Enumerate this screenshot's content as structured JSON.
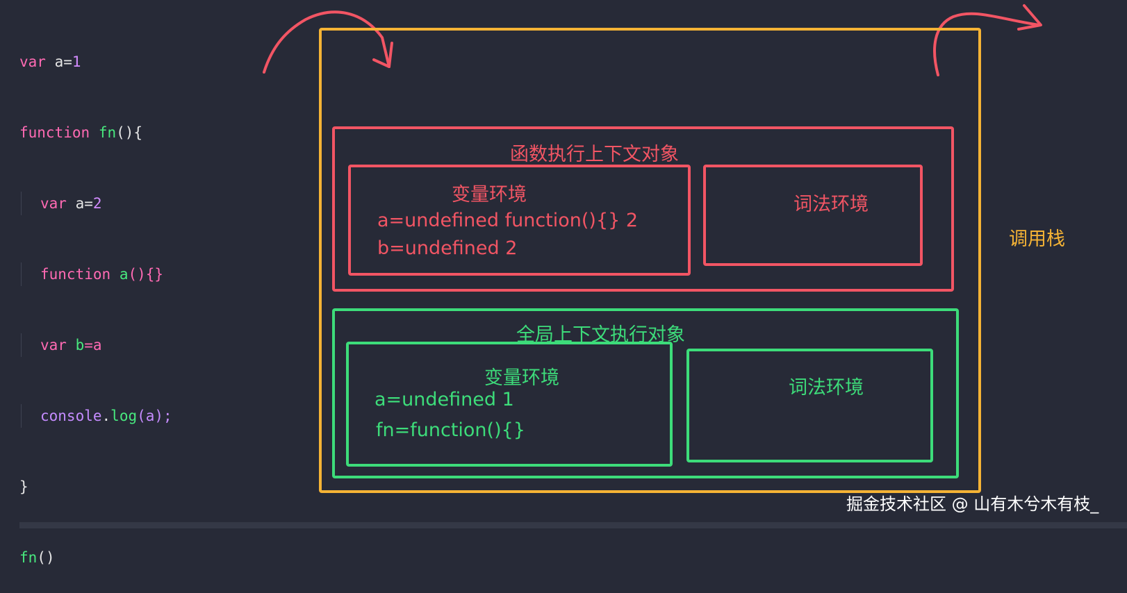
{
  "code": {
    "line1": {
      "kw": "var",
      "rest": " a=",
      "num": "1"
    },
    "line2": {
      "kw": "function",
      "name": "fn",
      "rest": "(){"
    },
    "line3": {
      "kw": "var",
      "rest": " a=",
      "num": "2"
    },
    "line4": {
      "kw": "function",
      "name": "a",
      "rest": "(){}"
    },
    "line5": {
      "kw": "var",
      "name": " b",
      "rest": "=a"
    },
    "line6": {
      "obj": "console",
      "dot": ".",
      "meth": "log",
      "rest": "(a);"
    },
    "line7": "}",
    "line8": {
      "name": "fn",
      "rest": "()"
    }
  },
  "diagram": {
    "call_stack_label": "调用栈",
    "function_context": {
      "title": "函数执行上下文对象",
      "variable_env": {
        "title": "变量环境",
        "line1": "a=undefined function(){} 2",
        "line2": "b=undefined  2"
      },
      "lexical_env": {
        "title": "词法环境"
      }
    },
    "global_context": {
      "title": "全局上下文执行对象",
      "variable_env": {
        "title": "变量环境",
        "line1": "a=undefined    1",
        "line2": "fn=function(){}"
      },
      "lexical_env": {
        "title": "词法环境"
      }
    }
  },
  "watermark": "掘金技术社区 @ 山有木兮木有枝_",
  "colors": {
    "background": "#272a37",
    "yellow": "#f5b335",
    "red": "#f25564",
    "green": "#3ddc7a"
  }
}
